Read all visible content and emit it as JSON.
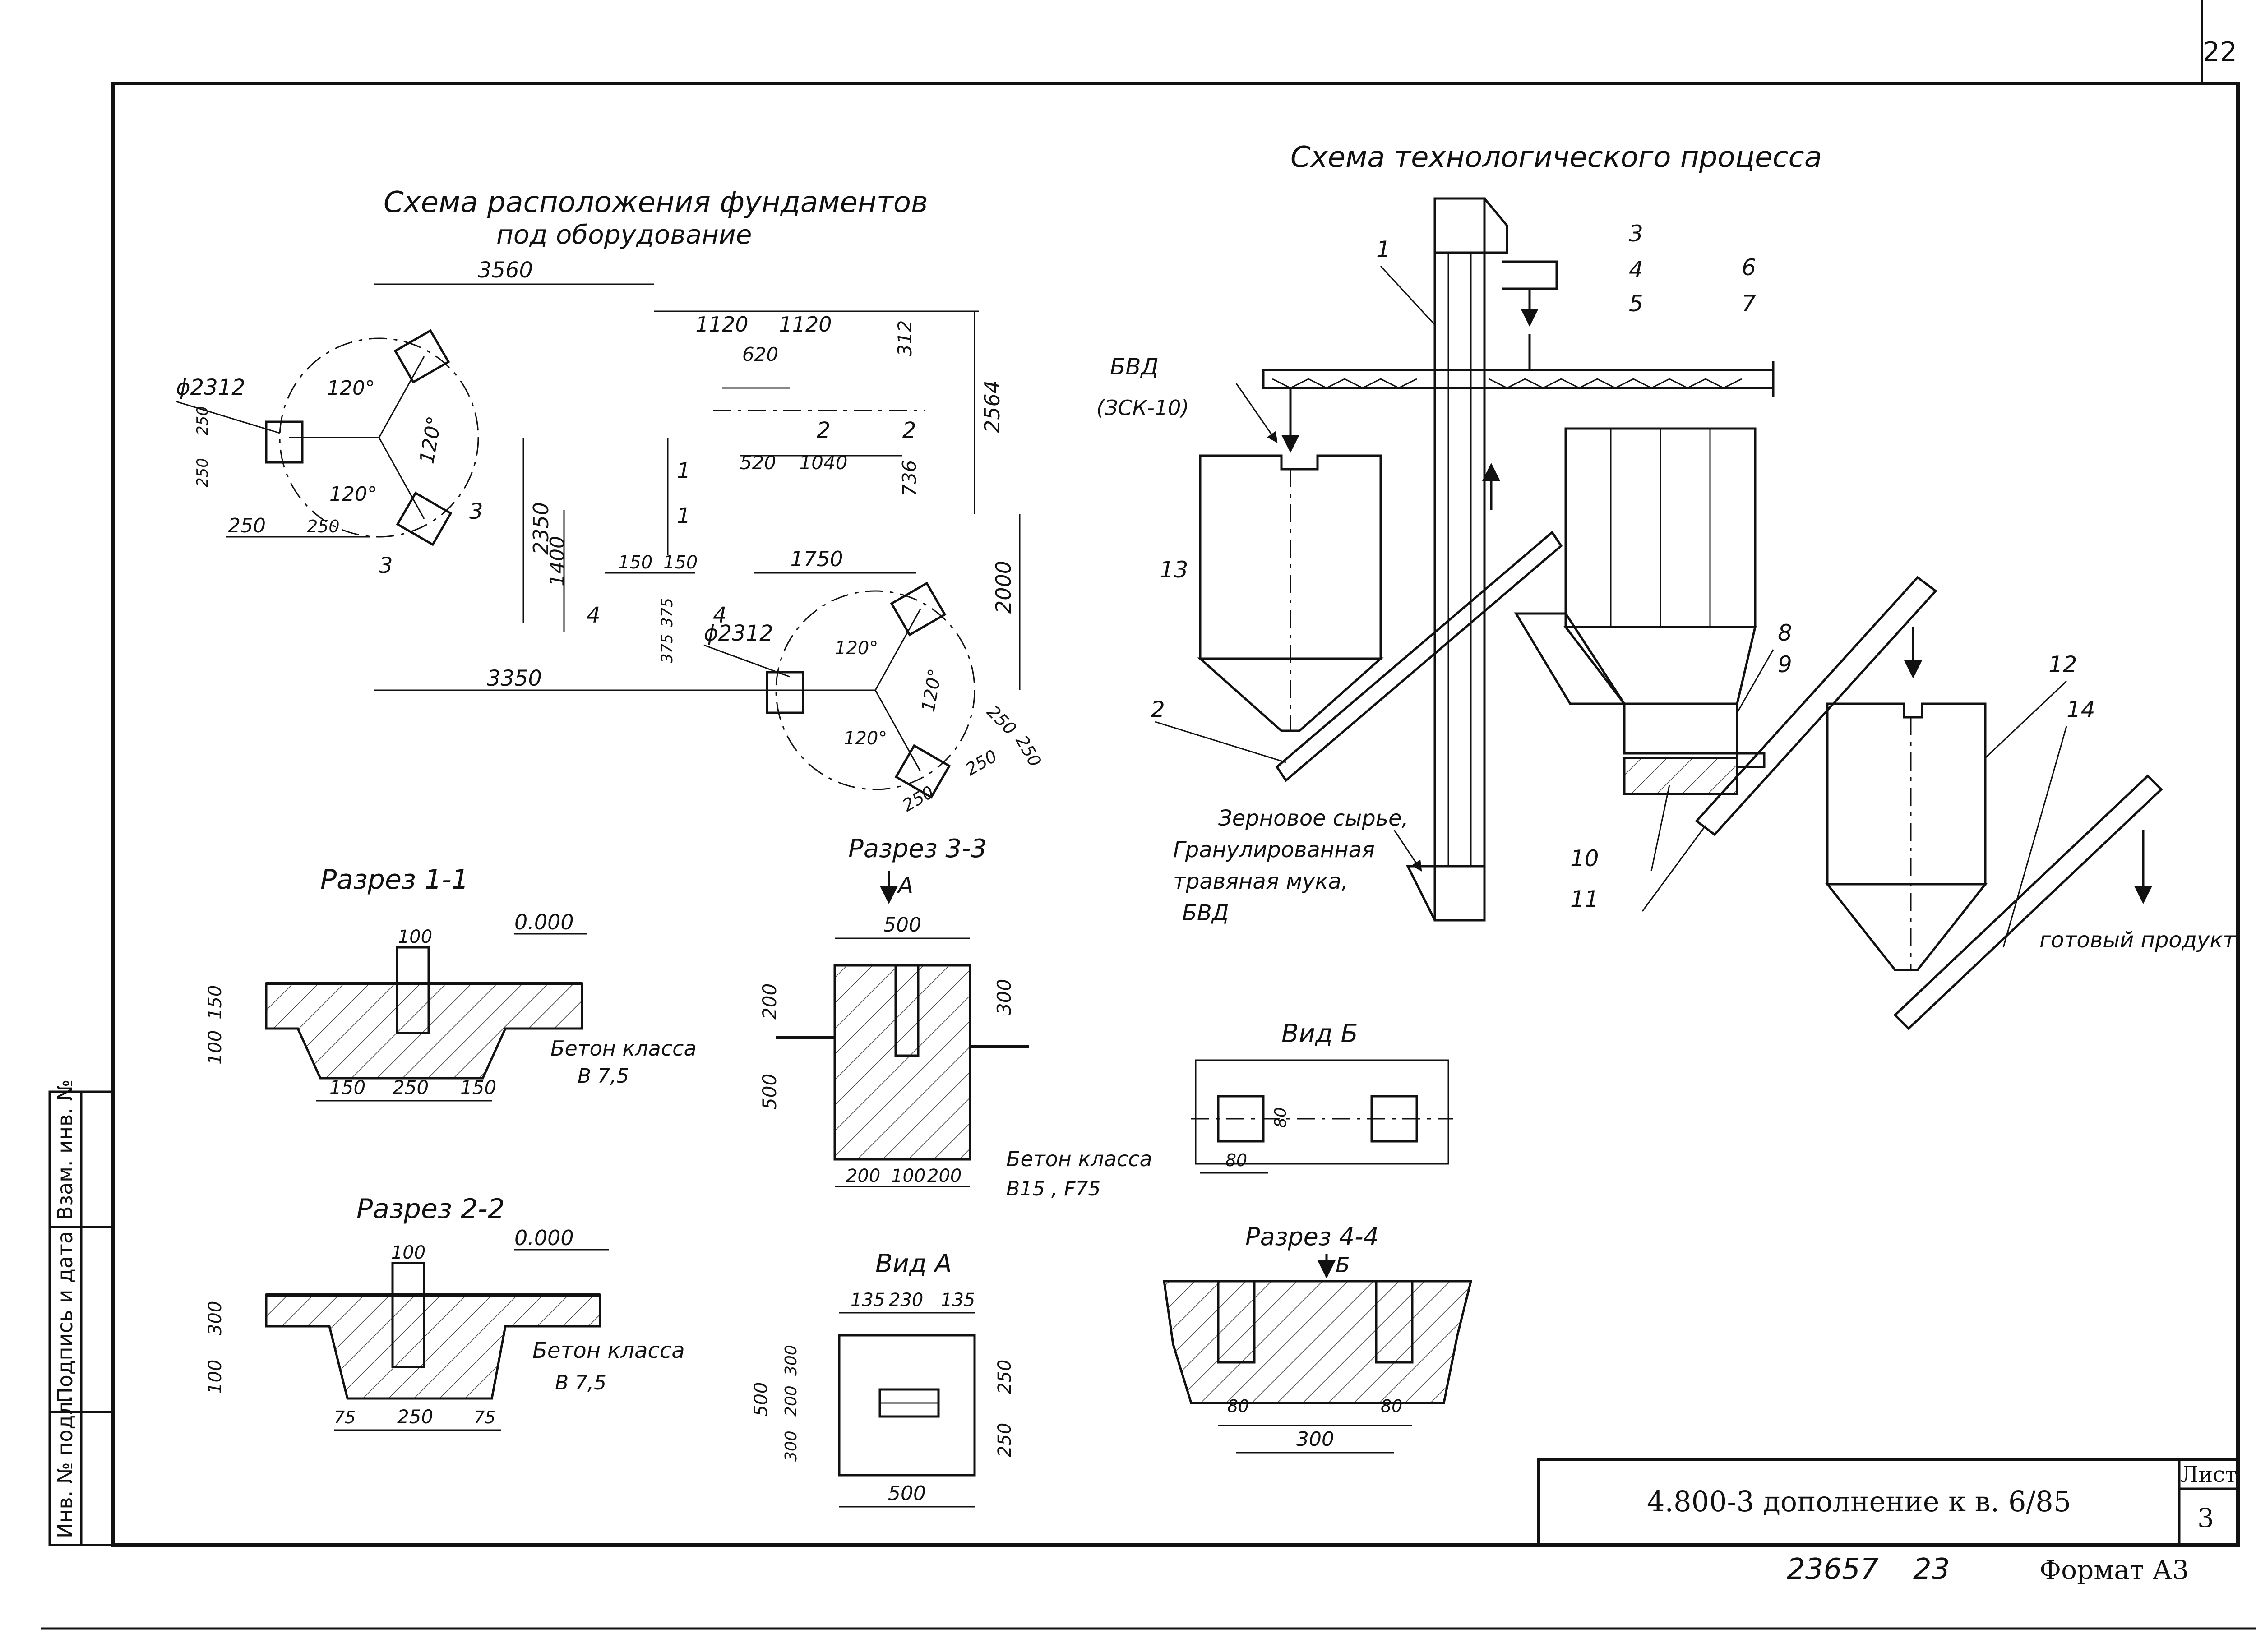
{
  "sheet": {
    "page_number": "22",
    "doc_code": "4.800-3  дополнение к в. 6/85",
    "list_label": "Лист",
    "list_number": "3",
    "stamp_left": "23657",
    "stamp_mid": "23",
    "format": "Формат А3"
  },
  "side_stamp": {
    "inv_podl": "Инв. № подл.",
    "podpis": "Подпись и дата",
    "vzam": "Взам. инв. №"
  },
  "foundation_plan": {
    "title_line1": "Схема расположения фундаментов",
    "title_line2": "под оборудование",
    "dims": {
      "d3560": "3560",
      "d1120a": "1120",
      "d1120b": "1120",
      "d620": "620",
      "d312": "312",
      "d2564": "2564",
      "d520": "520",
      "d1040": "1040",
      "d736": "736",
      "d2350": "2350",
      "d1400": "1400",
      "d150a": "150",
      "d150b": "150",
      "d375a": "375",
      "d375b": "375",
      "d1750": "1750",
      "d2000": "2000",
      "d3350": "3350",
      "d250a": "250",
      "d250b": "250",
      "d250c": "250",
      "d250d": "250",
      "d250e": "250",
      "d250f": "250",
      "d250g": "250",
      "dia1": "ϕ2312",
      "dia2": "ϕ2312",
      "ang": "120°",
      "s1": "1",
      "s2": "2",
      "s3": "3",
      "s4": "4"
    }
  },
  "process": {
    "title": "Схема технологического процесса",
    "bvd_label": "БВД",
    "zsk_label": "(ЗСК-10)",
    "raw_line1": "Зерновое сырье,",
    "raw_line2": "Гранулированная",
    "raw_line3": "травяная мука,",
    "raw_line4": "БВД",
    "product": "готовый продукт",
    "n1": "1",
    "n2": "2",
    "n3": "3",
    "n4": "4",
    "n5": "5",
    "n6": "6",
    "n7": "7",
    "n8": "8",
    "n9": "9",
    "n10": "10",
    "n11": "11",
    "n12": "12",
    "n13": "13",
    "n14": "14"
  },
  "section11": {
    "title": "Разрез 1-1",
    "level": "0.000",
    "d100": "100",
    "d150v": "150",
    "d100v": "100",
    "d150a": "150",
    "d250": "250",
    "d150b": "150",
    "concrete1": "Бетон класса",
    "concrete2": "В 7,5"
  },
  "section22": {
    "title": "Разрез 2-2",
    "level": "0.000",
    "d100": "100",
    "d300v": "300",
    "d100v": "100",
    "d75a": "75",
    "d250": "250",
    "d75b": "75",
    "concrete1": "Бетон класса",
    "concrete2": "В 7,5"
  },
  "section33": {
    "title": "Разрез 3-3",
    "arrow": "А",
    "d500": "500",
    "d200v": "200",
    "d500v": "500",
    "d300v": "300",
    "d200a": "200",
    "d100": "100",
    "d200b": "200",
    "concrete1": "Бетон класса",
    "concrete2": "В15 , F75"
  },
  "viewA": {
    "title": "Вид А",
    "d135a": "135",
    "d230": "230",
    "d135b": "135",
    "d300a": "300",
    "d200": "200",
    "d300b": "300",
    "d500v": "500",
    "d250a": "250",
    "d250b": "250",
    "d500": "500"
  },
  "viewB": {
    "title": "Вид Б",
    "d80v": "80",
    "d80": "80"
  },
  "section44": {
    "title": "Разрез 4-4",
    "arrow": "Б",
    "d80a": "80",
    "d80b": "80",
    "d300": "300"
  }
}
